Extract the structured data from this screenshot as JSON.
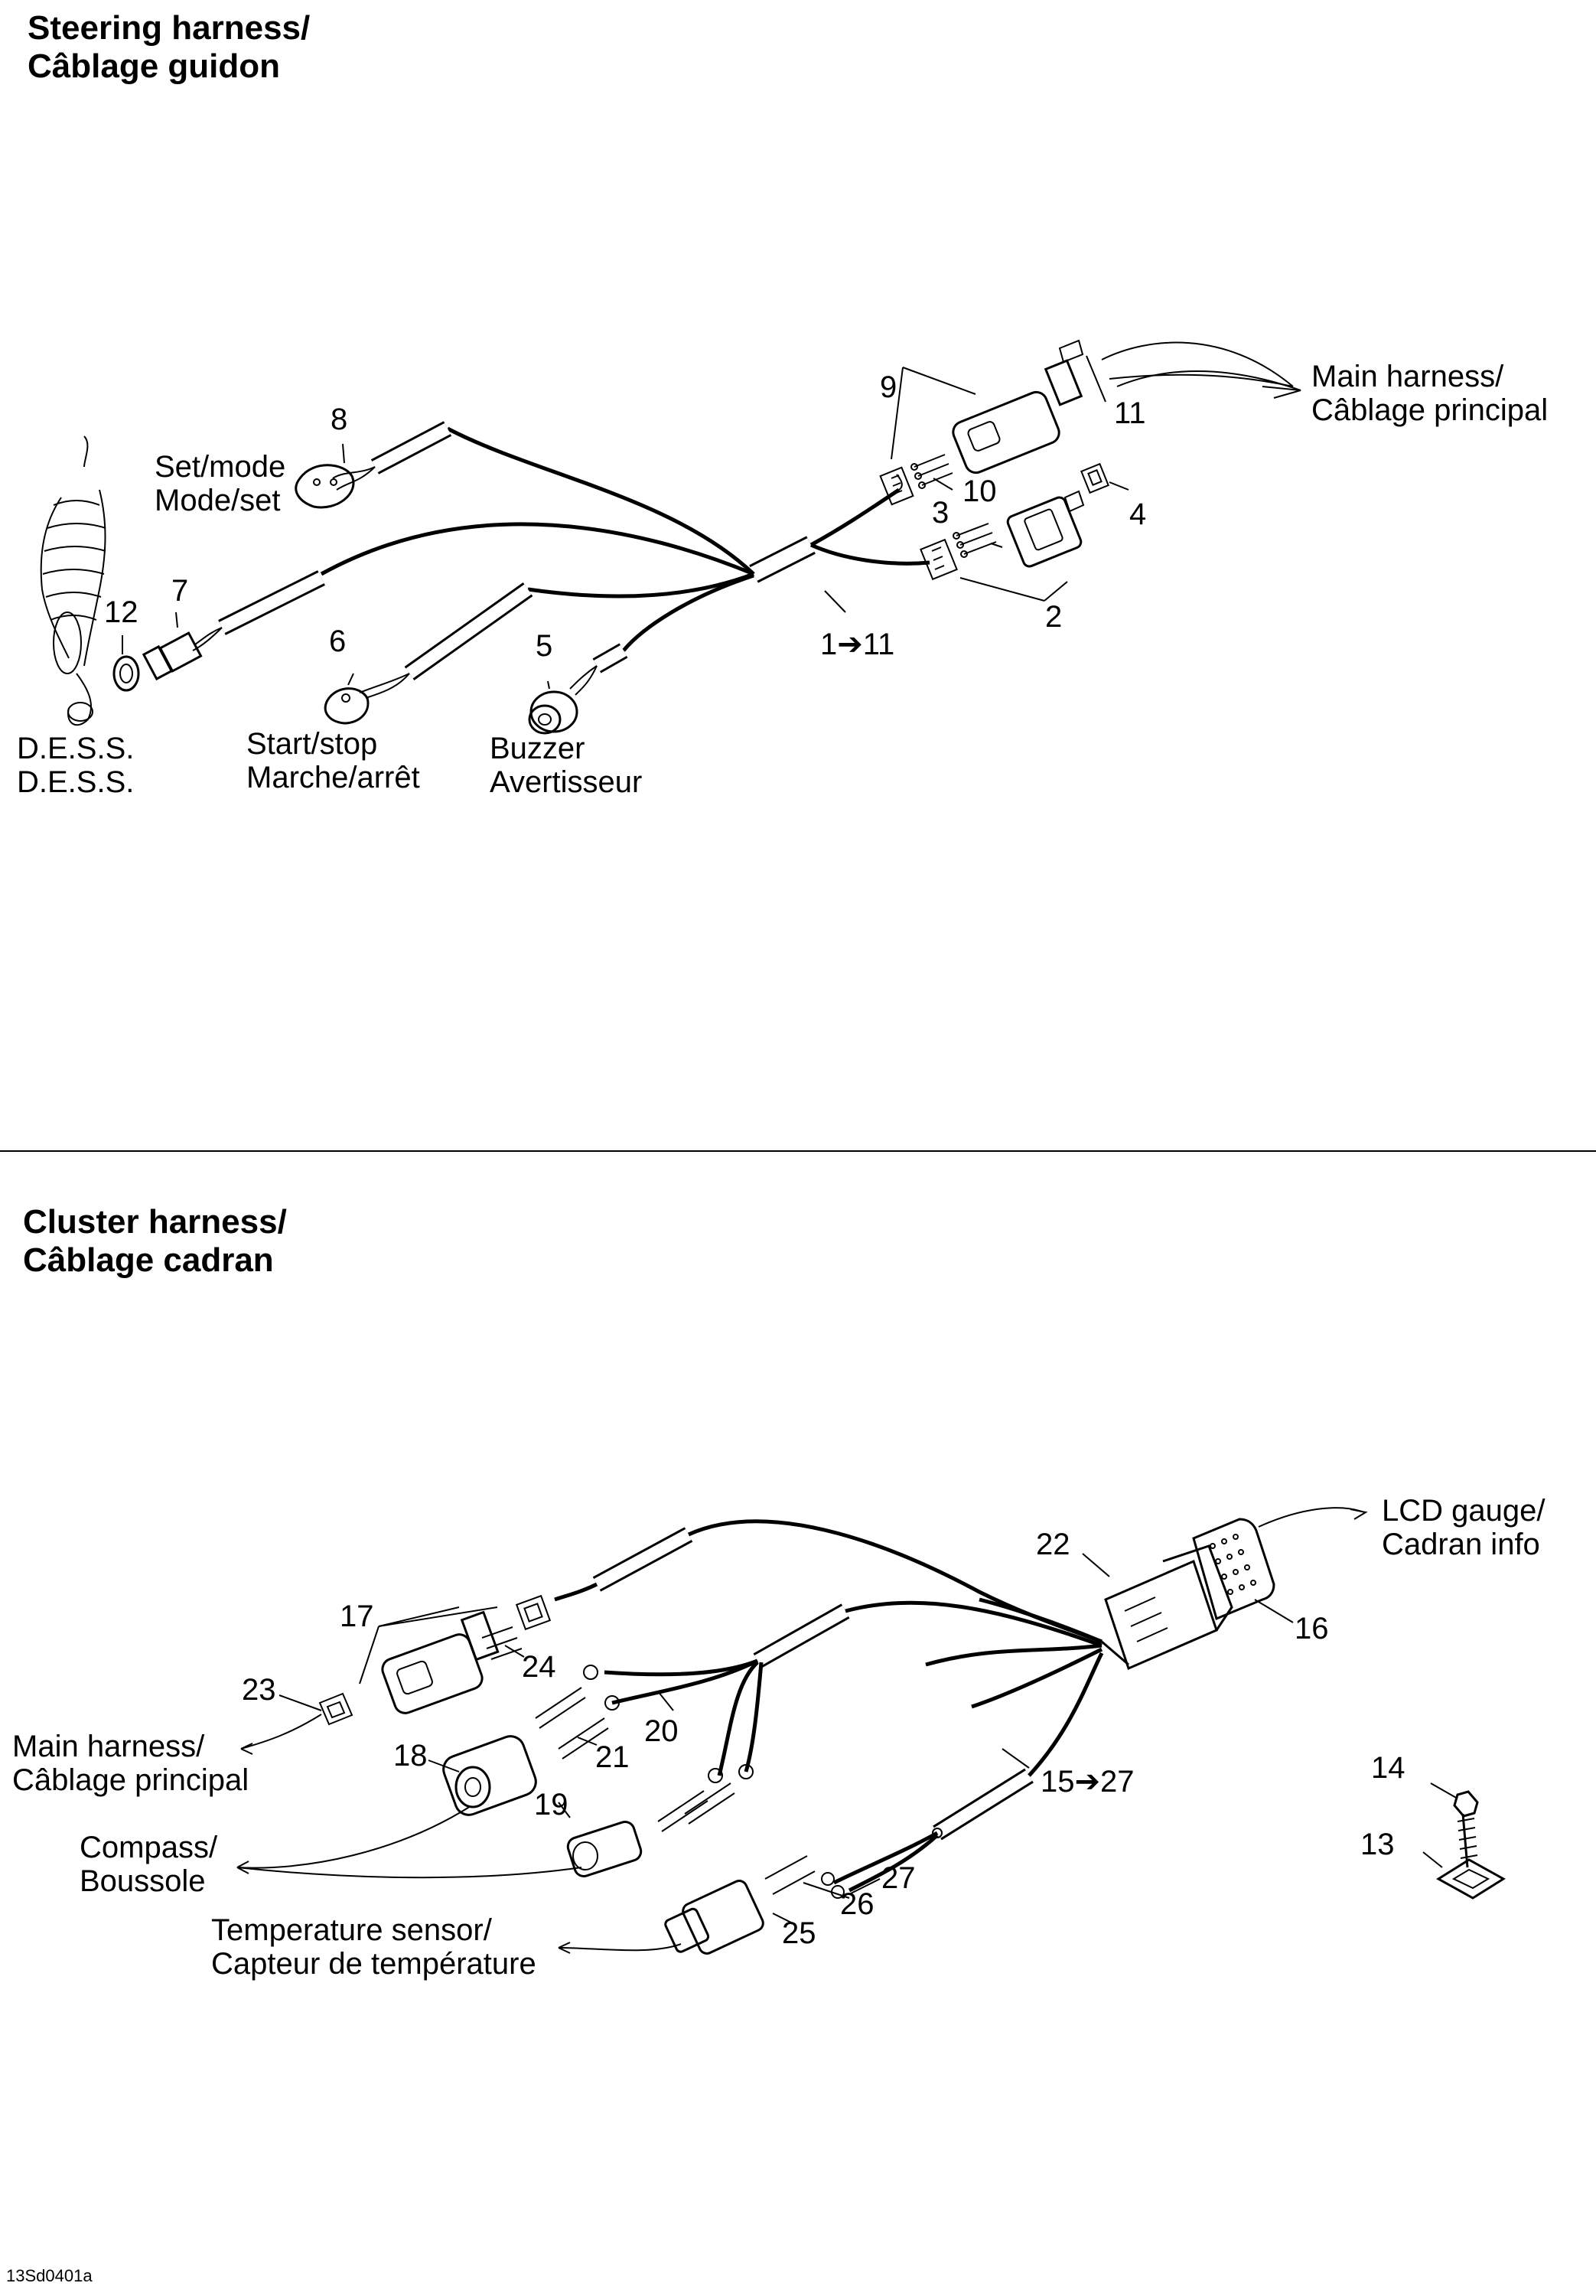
{
  "sections": {
    "steering": {
      "title_en": "Steering harness/",
      "title_fr": "Câblage guidon"
    },
    "cluster": {
      "title_en": "Cluster harness/",
      "title_fr": "Câblage cadran"
    }
  },
  "labels": {
    "main_harness_top": {
      "en": "Main harness/",
      "fr": "Câblage principal"
    },
    "set_mode": {
      "en": "Set/mode",
      "fr": "Mode/set"
    },
    "dess": {
      "en": "D.E.S.S.",
      "fr": "D.E.S.S."
    },
    "start_stop": {
      "en": "Start/stop",
      "fr": "Marche/arrêt"
    },
    "buzzer": {
      "en": "Buzzer",
      "fr": "Avertisseur"
    },
    "lcd_gauge": {
      "en": "LCD gauge/",
      "fr": "Cadran info"
    },
    "main_harness_bottom": {
      "en": "Main harness/",
      "fr": "Câblage principal"
    },
    "compass": {
      "en": "Compass/",
      "fr": "Boussole"
    },
    "temp_sensor": {
      "en": "Temperature sensor/",
      "fr": "Capteur de température"
    }
  },
  "callouts": {
    "n1_11": "1➔11",
    "n2": "2",
    "n3": "3",
    "n4": "4",
    "n5": "5",
    "n6": "6",
    "n7": "7",
    "n8": "8",
    "n9": "9",
    "n10": "10",
    "n11": "11",
    "n12": "12",
    "n13": "13",
    "n14": "14",
    "n15_27": "15➔27",
    "n16": "16",
    "n17": "17",
    "n18": "18",
    "n19": "19",
    "n20": "20",
    "n21": "21",
    "n22": "22",
    "n23": "23",
    "n24": "24",
    "n25": "25",
    "n26": "26",
    "n27": "27"
  },
  "drawing_code": "13Sd0401a",
  "colors": {
    "ink": "#000000",
    "paper": "#ffffff"
  }
}
